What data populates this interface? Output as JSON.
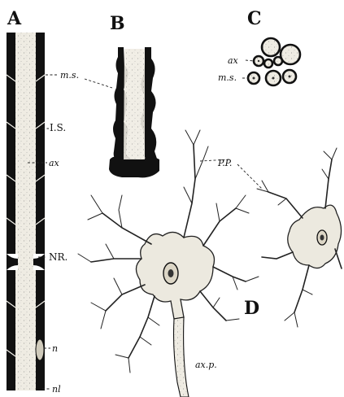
{
  "panels": {
    "A": "A",
    "B": "B",
    "C": "C",
    "D": "D"
  },
  "labels": {
    "ms_a": "m.s.",
    "is": "I.S.",
    "ax_a": "ax",
    "nr": "NR.",
    "n": "n",
    "nl": "nl",
    "ax_c": "ax",
    "ms_c": "m.s.",
    "pp": "P.P.",
    "axp": "ax.p."
  }
}
